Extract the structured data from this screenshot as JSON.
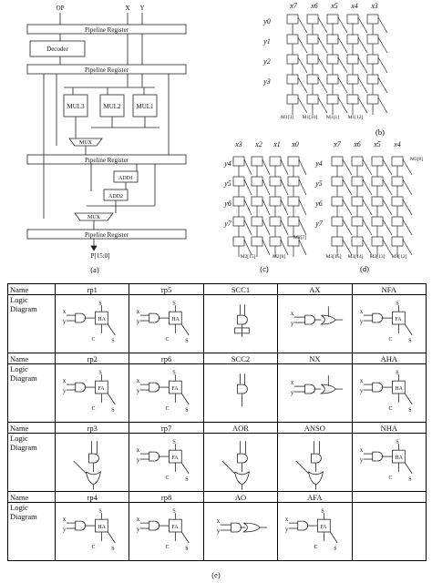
{
  "panel_a": {
    "caption": "(a)",
    "inputs": [
      "OP",
      "X",
      "Y"
    ],
    "blocks": {
      "pipe1": "Pipeline Register",
      "decoder": "Decoder",
      "pipe2": "Pipeline Register",
      "mul3": "MUL3",
      "mul2": "MUL2",
      "mul1": "MUL1",
      "mux": "MUX",
      "pipe3": "Pipeline Register",
      "add1": "ADD1",
      "add2": "ADD2",
      "mux2": "MUX",
      "pipe4": "Pipeline Register"
    },
    "output": "P[15:0]"
  },
  "panel_b": {
    "caption": "(b)",
    "cols": [
      "x7",
      "x6",
      "x5",
      "x4",
      "x3"
    ],
    "rows": [
      "y0",
      "y1",
      "y2",
      "y3"
    ],
    "outputs": [
      "M1[3]",
      "M1[10]",
      "M1[1]",
      "M1[12]"
    ]
  },
  "panel_c": {
    "caption": "(c)",
    "cols": [
      "x3",
      "x2",
      "x1",
      "x0"
    ],
    "rows": [
      "y4",
      "y5",
      "y6",
      "y7"
    ],
    "outputs": [
      "M2[15]",
      "M2[8]",
      "M2[7]"
    ]
  },
  "panel_d": {
    "caption": "(d)",
    "cols": [
      "x7",
      "x6",
      "x5",
      "x4"
    ],
    "rows": [
      "y4",
      "y5",
      "y6",
      "y7"
    ],
    "outputs": [
      "M3[15]",
      "M3[14]",
      "M3[13]",
      "M3[12]",
      "M3[8]"
    ]
  },
  "table": {
    "caption": "(e)",
    "name_label": "Name",
    "logic_label": "Logic Diagram",
    "rows": [
      [
        "rp1",
        "rp5",
        "SCC1",
        "AX",
        "NFA"
      ],
      [
        "rp2",
        "rp6",
        "SCC2",
        "NX",
        "AHA"
      ],
      [
        "rp3",
        "rp7",
        "AOR",
        "ANSO",
        "NHA"
      ],
      [
        "rp4",
        "rp8",
        "AO",
        "AFA",
        ""
      ]
    ],
    "cell_text": {
      "ha": "HA",
      "fa": "FA",
      "xi": "x",
      "yj": "y",
      "sin": "S",
      "cout": "C",
      "sout": "S",
      "cin": "C"
    }
  }
}
